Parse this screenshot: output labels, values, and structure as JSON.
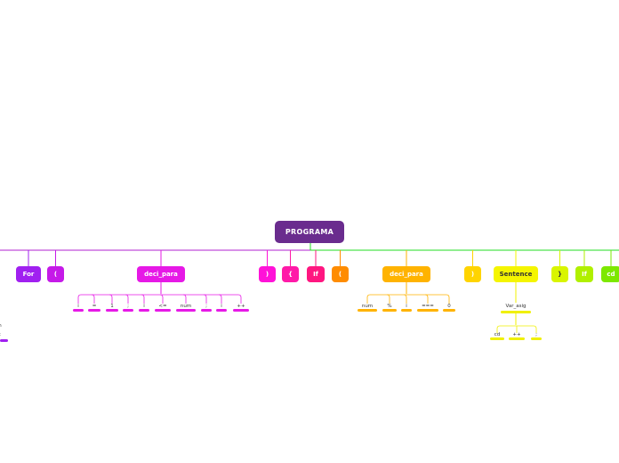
{
  "root": {
    "label": "PROGRAMA",
    "color": "#6a2c8e"
  },
  "branches": [
    {
      "label": "For",
      "color": "#a020f0"
    },
    {
      "label": "(",
      "color": "#c51ae8"
    },
    {
      "label": "deci_para",
      "color": "#e619e6"
    },
    {
      "label": ")",
      "color": "#ff12d8"
    },
    {
      "label": "{",
      "color": "#ff1aa8"
    },
    {
      "label": "If",
      "color": "#ff1680"
    },
    {
      "label": "(",
      "color": "#ff8c00"
    },
    {
      "label": "deci_para",
      "color": "#ffb300"
    },
    {
      "label": ")",
      "color": "#ffd400"
    },
    {
      "label": "Sentence",
      "color": "#f5f500"
    },
    {
      "label": "}",
      "color": "#d9f500"
    },
    {
      "label": "If",
      "color": "#b0f000"
    },
    {
      "label": "cd",
      "color": "#7de800"
    }
  ],
  "deci_para_1_tokens": [
    "i",
    "=",
    "1",
    ";",
    "i",
    "<=",
    "num",
    ";",
    "i",
    "++"
  ],
  "deci_para_2_tokens": [
    "num",
    "%",
    "i",
    "===",
    "0"
  ],
  "sentence_child": "Var_asig",
  "var_asig_tokens": [
    "cd",
    "++",
    ";"
  ],
  "left_partial_tokens": [
    "n",
    ";"
  ],
  "colors": {
    "main_line_left": "#b020d0",
    "main_line_right": "#22dd22"
  }
}
